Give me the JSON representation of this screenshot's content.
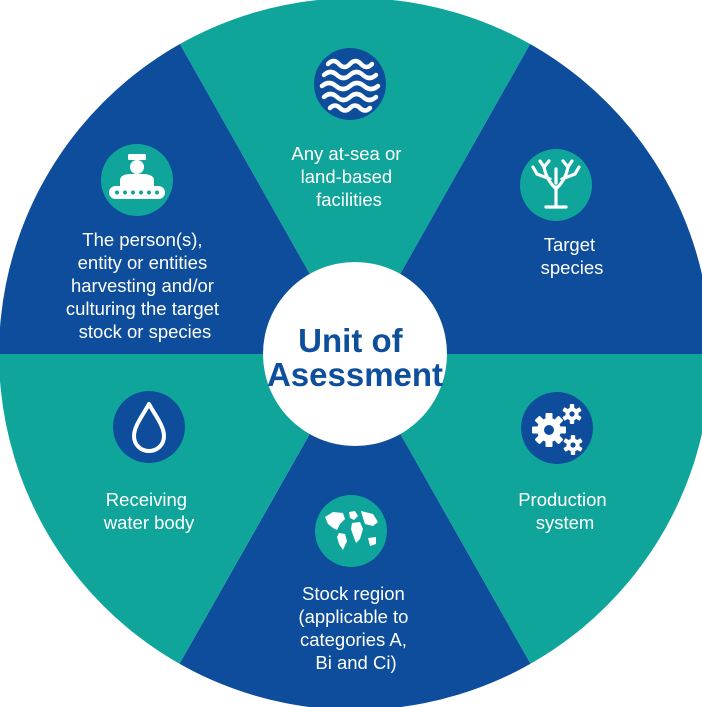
{
  "center": {
    "lines": [
      "Unit of",
      "Asessment"
    ]
  },
  "colors": {
    "teal": "#10a59a",
    "navy": "#0d4d9b",
    "white": "#ffffff",
    "center_text": "#0e4f9c"
  },
  "segments": [
    {
      "name": "facilities",
      "icon": "waves-icon",
      "color": "teal",
      "lines": [
        "Any at-sea or",
        "land-based",
        "facilities"
      ]
    },
    {
      "name": "target-species",
      "icon": "coral-icon",
      "color": "navy",
      "lines": [
        "Target",
        "species"
      ]
    },
    {
      "name": "production-system",
      "icon": "gears-icon",
      "color": "teal",
      "lines": [
        "Production",
        "system"
      ]
    },
    {
      "name": "stock-region",
      "icon": "globe-icon",
      "color": "navy",
      "lines": [
        "Stock region",
        "(applicable to",
        "categories A,",
        "Bi and Ci)"
      ]
    },
    {
      "name": "receiving-water-body",
      "icon": "water-drop-icon",
      "color": "teal",
      "lines": [
        "Receiving",
        "water body"
      ]
    },
    {
      "name": "persons-entities",
      "icon": "worker-conveyor-icon",
      "color": "navy",
      "lines": [
        "The person(s),",
        "entity or entities",
        "harvesting and/or",
        "culturing the target",
        "stock or species"
      ]
    }
  ]
}
